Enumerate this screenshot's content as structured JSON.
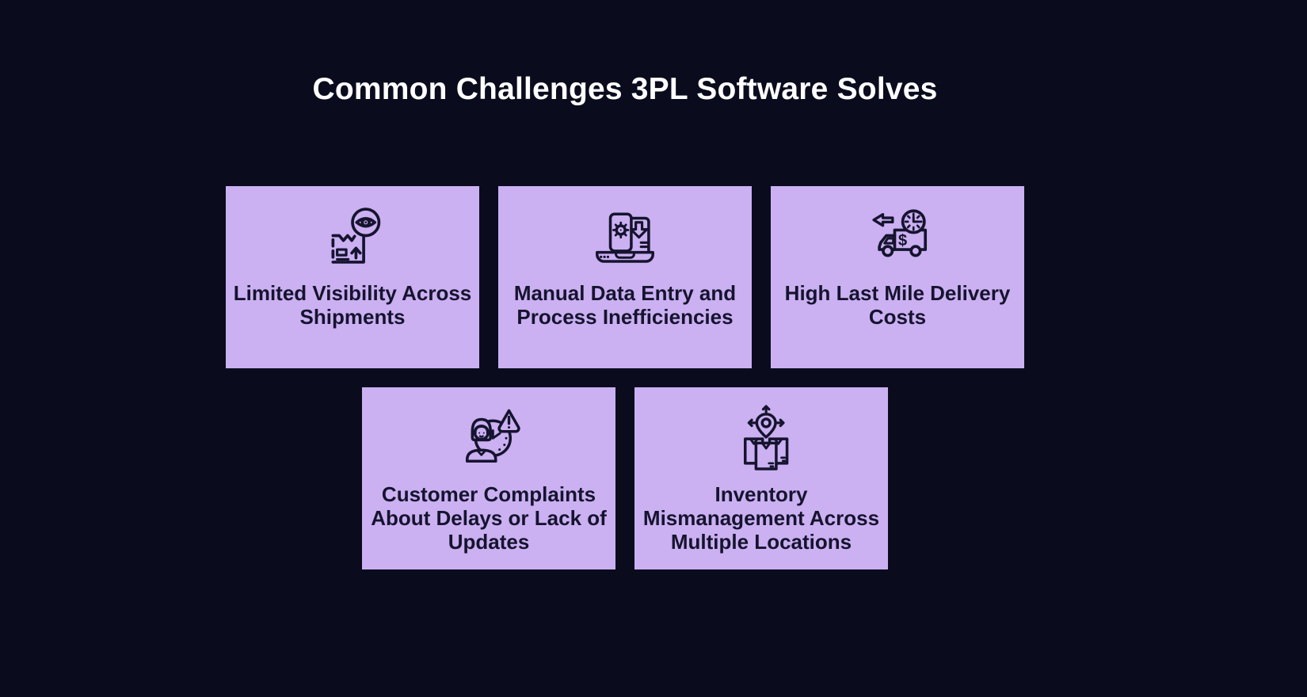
{
  "page": {
    "title": "Common Challenges 3PL Software Solves",
    "background_color": "#0a0c1e",
    "title_color": "#ffffff"
  },
  "theme": {
    "card_background": "#cbb0f2",
    "card_text_color": "#15142e",
    "icon_color": "#15142e"
  },
  "cards": [
    {
      "id": "limited-visibility",
      "icon": "package-eye-icon",
      "label": "Limited Visibility Across\nShipments"
    },
    {
      "id": "manual-data-entry",
      "icon": "laptop-document-gear-icon",
      "label": "Manual Data Entry and\nProcess Inefficiencies"
    },
    {
      "id": "last-mile-costs",
      "icon": "delivery-truck-clock-icon",
      "label": "High Last Mile Delivery\nCosts"
    },
    {
      "id": "customer-complaints",
      "icon": "customer-clock-warning-icon",
      "label": "Customer Complaints\nAbout Delays or Lack of\nUpdates"
    },
    {
      "id": "inventory-mismanagement",
      "icon": "boxes-location-pin-icon",
      "label": "Inventory\nMismanagement Across\nMultiple Locations"
    }
  ]
}
